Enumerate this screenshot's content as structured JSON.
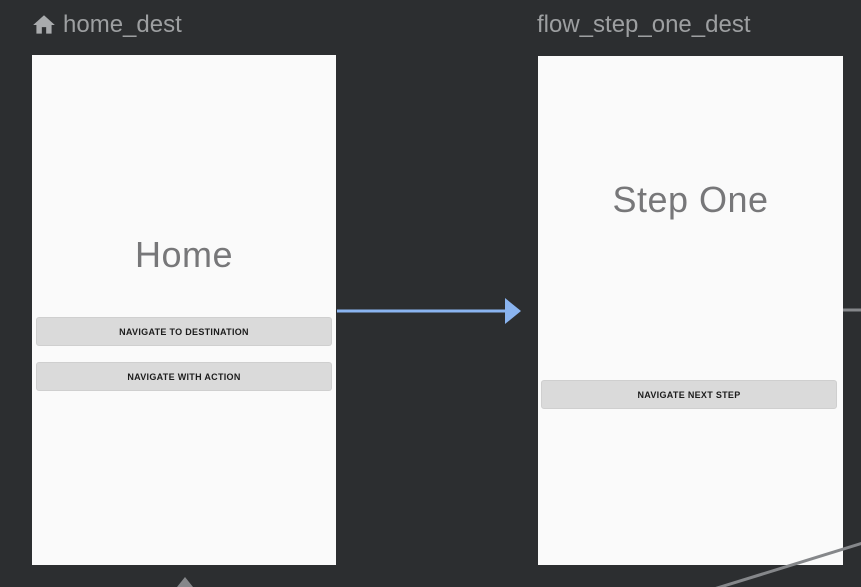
{
  "editor": {
    "type": "navigation-graph-canvas"
  },
  "destinations": [
    {
      "id": "home_dest",
      "label": "home_dest",
      "is_start_destination": true,
      "screen": {
        "title": "Home",
        "buttons": [
          "NAVIGATE TO DESTINATION",
          "NAVIGATE WITH ACTION"
        ]
      }
    },
    {
      "id": "flow_step_one_dest",
      "label": "flow_step_one_dest",
      "is_start_destination": false,
      "screen": {
        "title": "Step One",
        "buttons": [
          "NAVIGATE NEXT STEP"
        ]
      }
    }
  ],
  "actions": [
    {
      "name": "home_dest-to-flow_step_one_dest",
      "state": "selected"
    },
    {
      "name": "flow_step_one_dest-to-offscreen-right",
      "state": "default"
    },
    {
      "name": "offscreen-into-home_dest-arrowhead",
      "state": "default"
    },
    {
      "name": "offscreen-diagonal-bottom-right",
      "state": "default"
    }
  ],
  "colors": {
    "canvas_bg": "#2c2e30",
    "card_bg": "#fafafa",
    "header_text": "#9d9fa1",
    "home_icon": "#a9abad",
    "screen_title_text": "#777779",
    "preview_button_bg": "#dadada",
    "preview_button_text": "#1c1c1c",
    "action_selected": "#8ab4f0",
    "action_default": "#85878a"
  }
}
